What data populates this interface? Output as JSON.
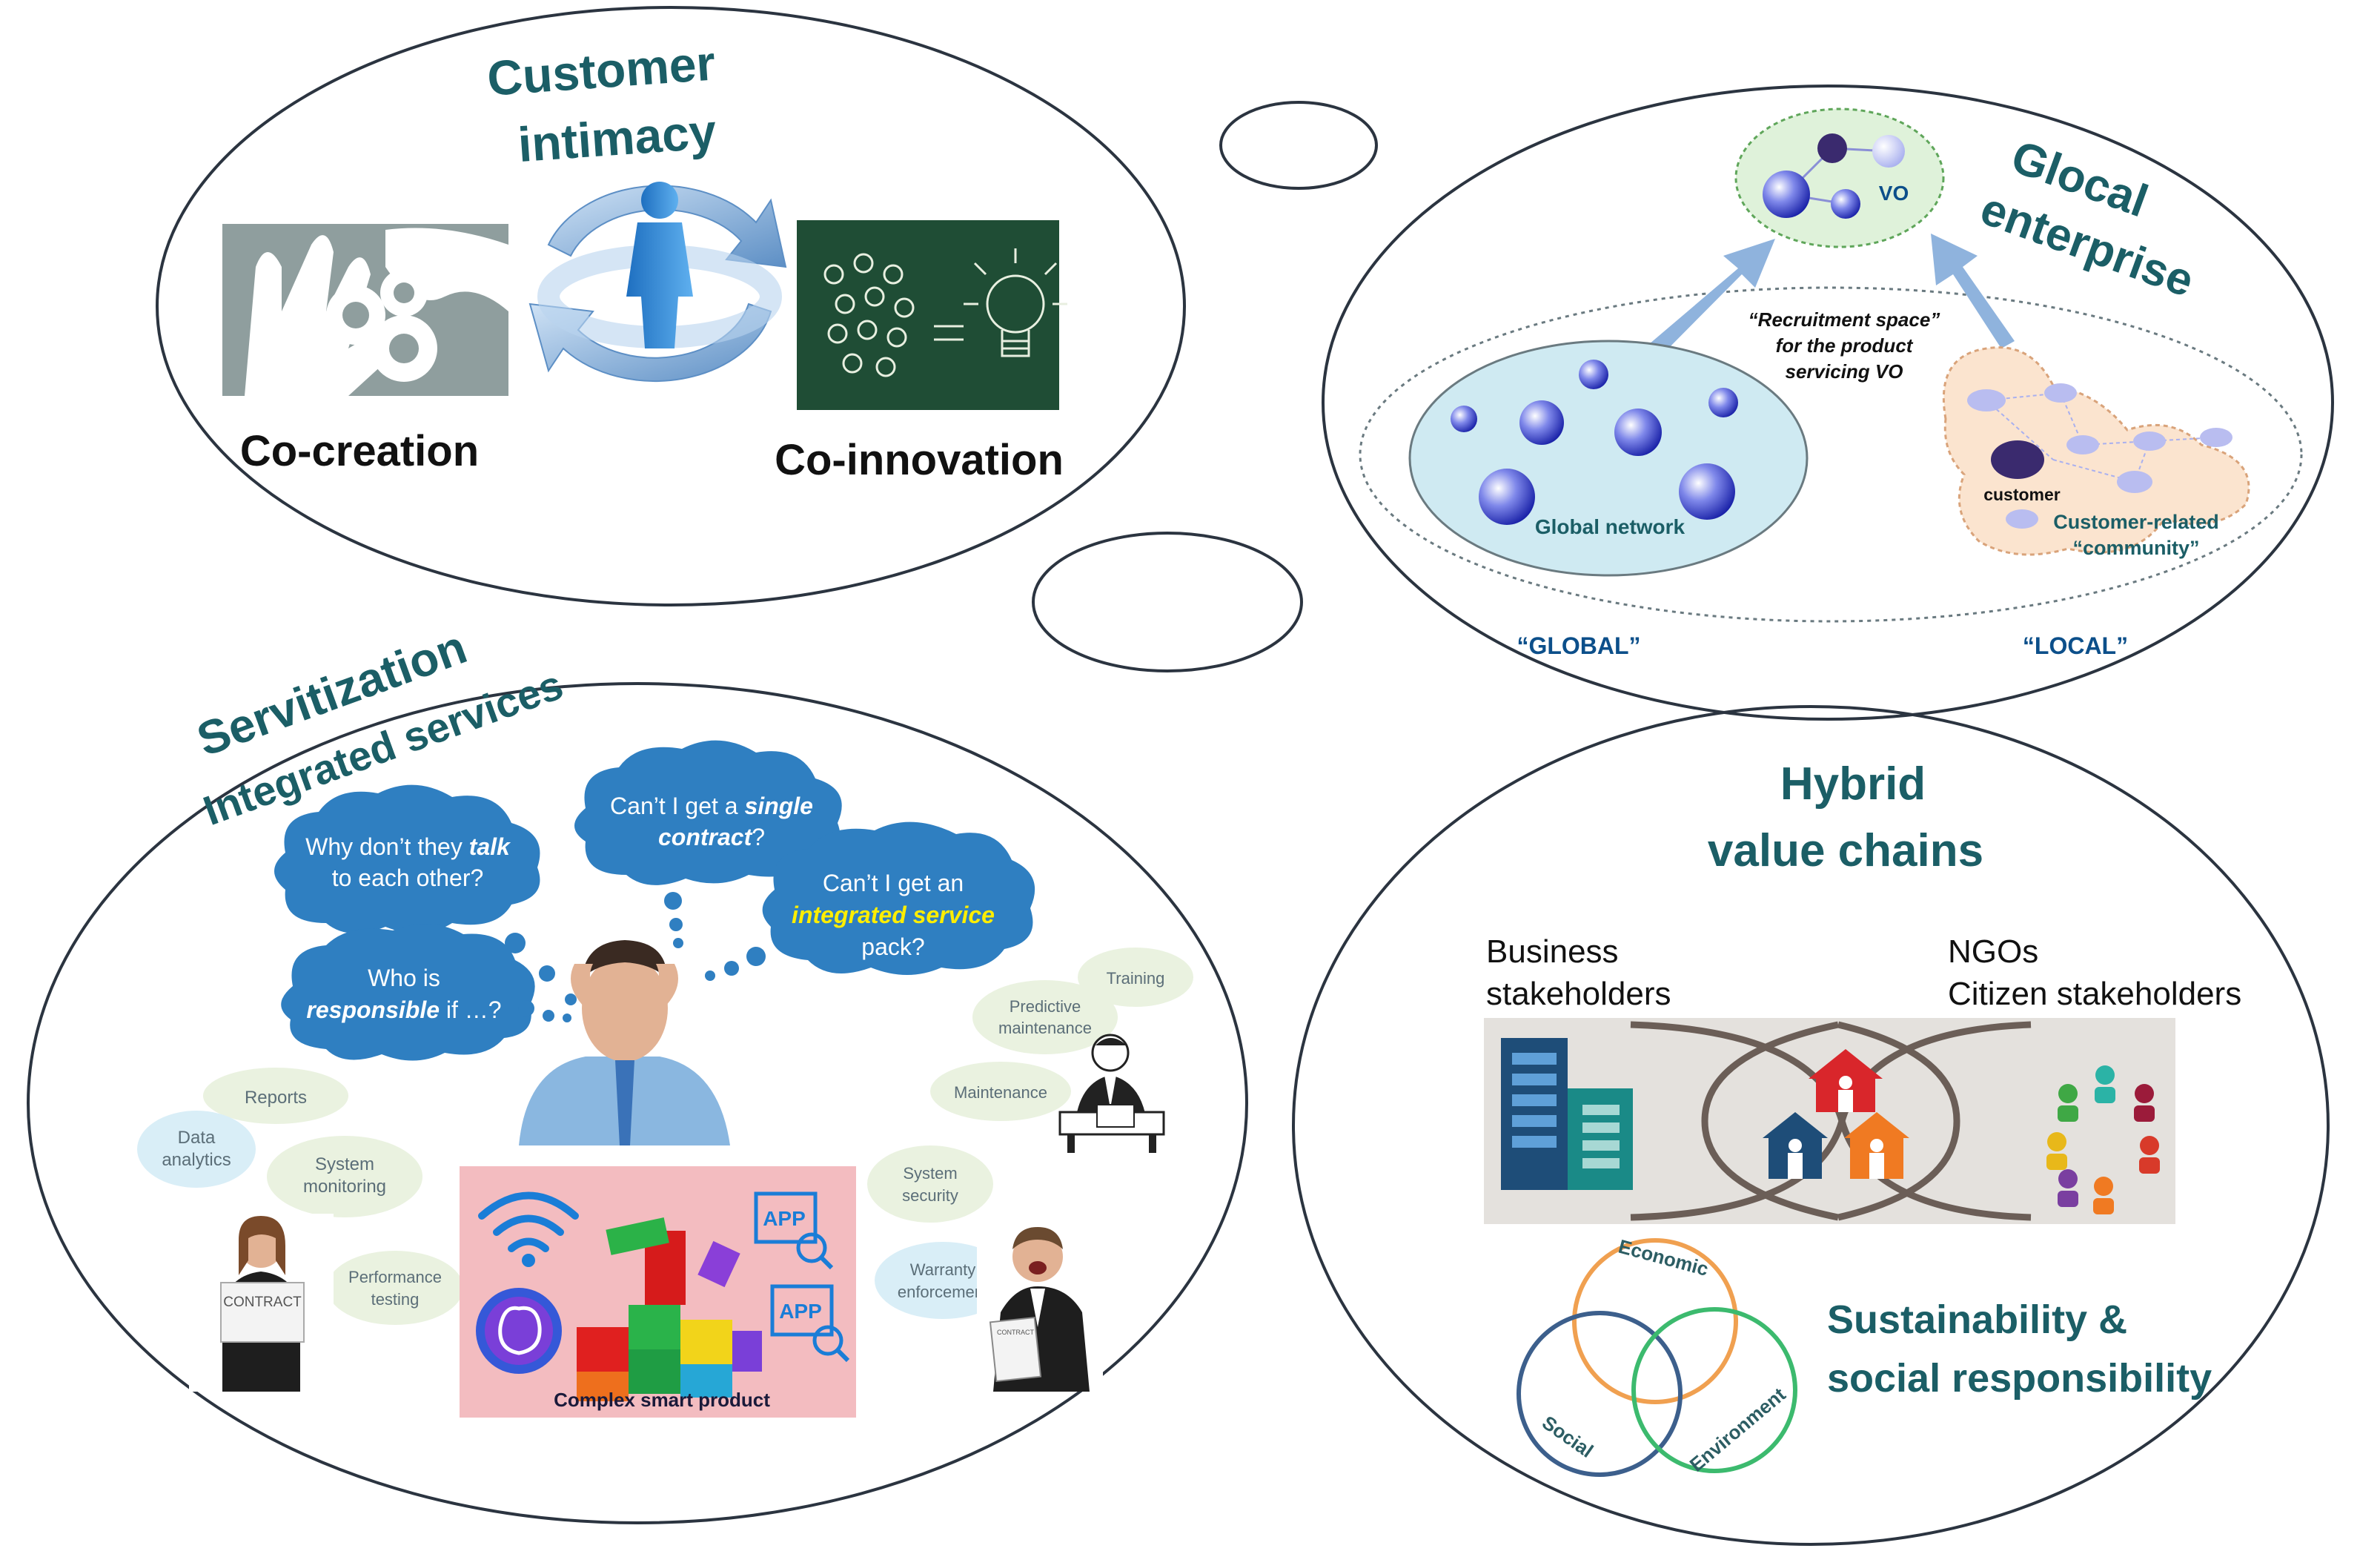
{
  "customer_intimacy": {
    "title_line1": "Customer",
    "title_line2": "intimacy",
    "co_creation": "Co-creation",
    "co_innovation": "Co-innovation"
  },
  "glocal": {
    "title_line1": "Glocal",
    "title_line2": "enterprise",
    "vo": "VO",
    "recruitment_line1": "“Recruitment space”",
    "recruitment_line2": "for the product",
    "recruitment_line3": "servicing VO",
    "global_network": "Global network",
    "customer": "customer",
    "community_line1": "Customer-related",
    "community_line2": "“community”",
    "global": "“GLOBAL”",
    "local": "“LOCAL”"
  },
  "servitization": {
    "title": "Servitization",
    "subtitle": "Integrated services",
    "bubble_talk": {
      "l1a": "Why don’t they ",
      "l1b": "talk",
      "l2": "to each other?"
    },
    "bubble_single": {
      "l1a": "Can’t I get a ",
      "l1b": "single",
      "l2a": "contract",
      "l2b": "?"
    },
    "bubble_integrated": {
      "l1": "Can’t I get an",
      "l2": "integrated service",
      "l3": "pack?"
    },
    "bubble_responsible": {
      "l1": "Who is",
      "l2a": "responsible",
      "l2b": " if …?"
    },
    "clouds": {
      "reports": "Reports",
      "data_analytics_1": "Data",
      "data_analytics_2": "analytics",
      "system_monitoring_1": "System",
      "system_monitoring_2": "monitoring",
      "performance_1": "Performance",
      "performance_2": "testing",
      "training": "Training",
      "predictive_1": "Predictive",
      "predictive_2": "maintenance",
      "maintenance": "Maintenance",
      "security_1": "System",
      "security_2": "security",
      "warranty_1": "Warranty",
      "warranty_2": "enforcement"
    },
    "contract_label": "CONTRACT",
    "contract_label_small": "CONTRACT",
    "app1": "APP",
    "app2": "APP",
    "product_label": "Complex smart product"
  },
  "hybrid": {
    "title_line1": "Hybrid",
    "title_line2": "value chains",
    "business_1": "Business",
    "business_2": "stakeholders",
    "ngo_1": "NGOs",
    "ngo_2": "Citizen stakeholders",
    "economic": "Economic",
    "social": "Social",
    "environment": "Environment",
    "sustain_1": "Sustainability &",
    "sustain_2": "social responsibility"
  },
  "colors": {
    "teal_title": "#1b5e66",
    "cloud_blue": "#2f7fc1",
    "highlight_yellow": "#ffee00",
    "venn_economic": "#f0a050",
    "venn_social": "#3c5f8c",
    "venn_environment": "#3cba6e"
  }
}
